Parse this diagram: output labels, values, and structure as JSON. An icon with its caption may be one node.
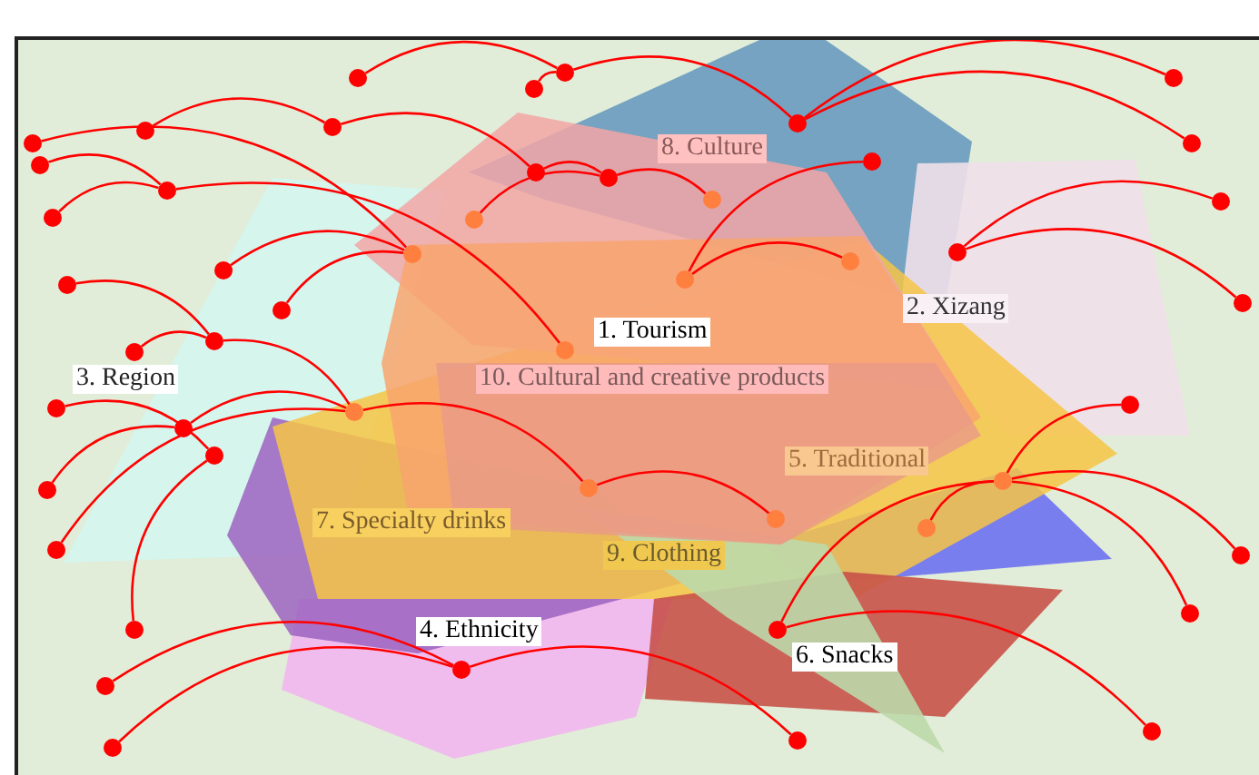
{
  "diagram": {
    "nodes": [
      {
        "text": [
          "1. Tourism"
        ]
      },
      {
        "text": [
          "2. Xizang"
        ]
      },
      {
        "text": [
          "3. Region"
        ]
      },
      {
        "text": [
          "4. Ethnicity"
        ]
      },
      {
        "text": [
          "5. Traditional"
        ]
      },
      {
        "text": [
          "6. Snacks"
        ]
      },
      {
        "text": [
          "7. Specialty drinks"
        ]
      },
      {
        "text": [
          "8. Culture"
        ]
      },
      {
        "text": [
          "9. Clothing"
        ]
      },
      {
        "text": [
          "10. Cultural and creative products"
        ]
      },
      {
        "text": [],
        "shape": "circle"
      },
      {
        "text": [],
        "shape": "circle"
      },
      {
        "text": [],
        "shape": "circle"
      },
      {
        "text": [],
        "shape": "circle"
      },
      {
        "text": [],
        "shape": "circle"
      },
      {
        "text": [],
        "shape": "circle"
      },
      {
        "text": [],
        "shape": "circle"
      },
      {
        "text": [],
        "shape": "circle"
      },
      {
        "text": [],
        "shape": "circle"
      },
      {
        "text": [],
        "shape": "circle"
      },
      {
        "text": [],
        "shape": "circle"
      },
      {
        "text": [],
        "shape": "circle"
      },
      {
        "text": [],
        "shape": "circle"
      },
      {
        "text": [],
        "shape": "circle"
      },
      {
        "text": [],
        "shape": "circle"
      },
      {
        "text": [],
        "shape": "circle"
      },
      {
        "text": [],
        "shape": "circle"
      },
      {
        "text": [],
        "shape": "circle"
      },
      {
        "text": [],
        "shape": "circle"
      },
      {
        "text": [],
        "shape": "circle"
      },
      {
        "text": [],
        "shape": "circle"
      },
      {
        "text": [],
        "shape": "circle"
      },
      {
        "text": [],
        "shape": "circle"
      },
      {
        "text": [],
        "shape": "circle"
      },
      {
        "text": [],
        "shape": "circle"
      },
      {
        "text": [],
        "shape": "circle"
      },
      {
        "text": [],
        "shape": "circle"
      },
      {
        "text": [],
        "shape": "circle"
      },
      {
        "text": [],
        "shape": "circle"
      },
      {
        "text": [],
        "shape": "circle"
      },
      {
        "text": [],
        "shape": "circle"
      },
      {
        "text": [],
        "shape": "circle"
      },
      {
        "text": [],
        "shape": "circle"
      },
      {
        "text": [],
        "shape": "circle"
      },
      {
        "text": [],
        "shape": "circle"
      },
      {
        "text": [],
        "shape": "circle"
      },
      {
        "text": [],
        "shape": "circle"
      },
      {
        "text": [],
        "shape": "circle"
      },
      {
        "text": [],
        "shape": "circle"
      },
      {
        "text": [],
        "shape": "circle"
      },
      {
        "text": [],
        "shape": "circle"
      },
      {
        "text": [],
        "shape": "circle"
      },
      {
        "text": [],
        "shape": "circle"
      },
      {
        "text": [],
        "shape": "circle"
      },
      {
        "text": [],
        "shape": "circle"
      },
      {
        "text": [],
        "shape": "circle"
      },
      {
        "text": [],
        "shape": "circle"
      },
      {
        "text": [],
        "shape": "circle"
      },
      {
        "text": [],
        "shape": "circle"
      }
    ],
    "edges": [
      {
        "from": 10,
        "to": 11,
        "arrow": "none"
      },
      {
        "from": 12,
        "to": 11,
        "arrow": "none"
      },
      {
        "from": 11,
        "to": 13,
        "arrow": "none"
      },
      {
        "from": 13,
        "to": 14,
        "arrow": "none"
      },
      {
        "from": 13,
        "to": 15,
        "arrow": "none"
      },
      {
        "from": 16,
        "to": 29,
        "arrow": "none"
      },
      {
        "from": 17,
        "to": 18,
        "arrow": "none"
      },
      {
        "from": 18,
        "to": 22,
        "arrow": "none"
      },
      {
        "from": 19,
        "to": 20,
        "arrow": "none"
      },
      {
        "from": 21,
        "to": 20,
        "arrow": "none"
      },
      {
        "from": 20,
        "to": 36,
        "arrow": "none"
      },
      {
        "from": 22,
        "to": 23,
        "arrow": "none"
      },
      {
        "from": 24,
        "to": 23,
        "arrow": "none"
      },
      {
        "from": 23,
        "to": 26,
        "arrow": "none"
      },
      {
        "from": 28,
        "to": 29,
        "arrow": "none"
      },
      {
        "from": 33,
        "to": 29,
        "arrow": "none"
      },
      {
        "from": 34,
        "to": 37,
        "arrow": "none"
      },
      {
        "from": 38,
        "to": 37,
        "arrow": "none"
      },
      {
        "from": 37,
        "to": 40,
        "arrow": "none"
      },
      {
        "from": 25,
        "to": 32,
        "arrow": "none"
      },
      {
        "from": 32,
        "to": 31,
        "arrow": "none"
      },
      {
        "from": 30,
        "to": 27,
        "arrow": "none"
      },
      {
        "from": 30,
        "to": 35,
        "arrow": "none"
      },
      {
        "from": 39,
        "to": 42,
        "arrow": "none"
      },
      {
        "from": 41,
        "to": 40,
        "arrow": "none"
      },
      {
        "from": 43,
        "to": 41,
        "arrow": "none"
      },
      {
        "from": 49,
        "to": 40,
        "arrow": "none"
      },
      {
        "from": 53,
        "to": 42,
        "arrow": "none"
      },
      {
        "from": 40,
        "to": 44,
        "arrow": "none"
      },
      {
        "from": 55,
        "to": 54,
        "arrow": "none"
      },
      {
        "from": 58,
        "to": 54,
        "arrow": "none"
      },
      {
        "from": 54,
        "to": 57,
        "arrow": "none"
      },
      {
        "from": 45,
        "to": 46,
        "arrow": "none"
      },
      {
        "from": 46,
        "to": 48,
        "arrow": "none"
      },
      {
        "from": 46,
        "to": 50,
        "arrow": "none"
      },
      {
        "from": 46,
        "to": 51,
        "arrow": "none"
      },
      {
        "from": 52,
        "to": 46,
        "arrow": "none"
      },
      {
        "from": 52,
        "to": 56,
        "arrow": "none"
      },
      {
        "from": 44,
        "to": 47,
        "arrow": "none"
      }
    ]
  }
}
